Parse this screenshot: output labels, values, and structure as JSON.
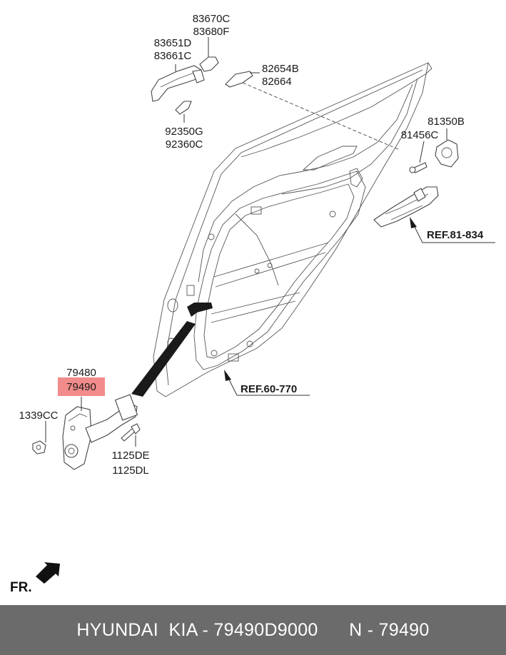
{
  "labels": {
    "p83670C": "83670C",
    "p83680F": "83680F",
    "p83651D": "83651D",
    "p83661C": "83661C",
    "p82654B": "82654B",
    "p82664": "82664",
    "p92350G": "92350G",
    "p92360C": "92360C",
    "p81350B": "81350B",
    "p81456C": "81456C",
    "ref81834": "REF.81-834",
    "p79480": "79480",
    "p79490": "79490",
    "p1339CC": "1339CC",
    "p1125DE": "1125DE",
    "p1125DL": "1125DL",
    "ref60770": "REF.60-770",
    "fr": "FR."
  },
  "highlight_color": "#f28b8b",
  "footer": {
    "text": "HYUNDAI  KIA - 79490D9000      N - 79490"
  }
}
